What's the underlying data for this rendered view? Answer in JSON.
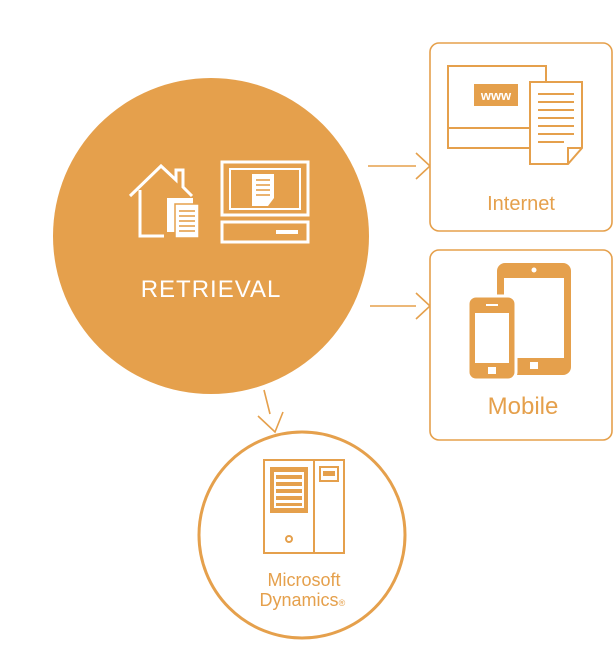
{
  "colors": {
    "accent": "#E5A04C",
    "accent_dark": "#D9913A",
    "white": "#FFFFFF"
  },
  "center": {
    "label": "RETRIEVAL",
    "icons": [
      "house-document-icon",
      "computer-document-icon"
    ]
  },
  "targets": {
    "internet": {
      "label": "Internet",
      "icon": "web-page-document-icon",
      "badge": "www"
    },
    "mobile": {
      "label": "Mobile",
      "icon": "phone-tablet-icon"
    },
    "dynamics": {
      "label_line1": "Microsoft",
      "label_line2": "Dynamics",
      "reg": "®",
      "icon": "server-tower-icon"
    }
  }
}
